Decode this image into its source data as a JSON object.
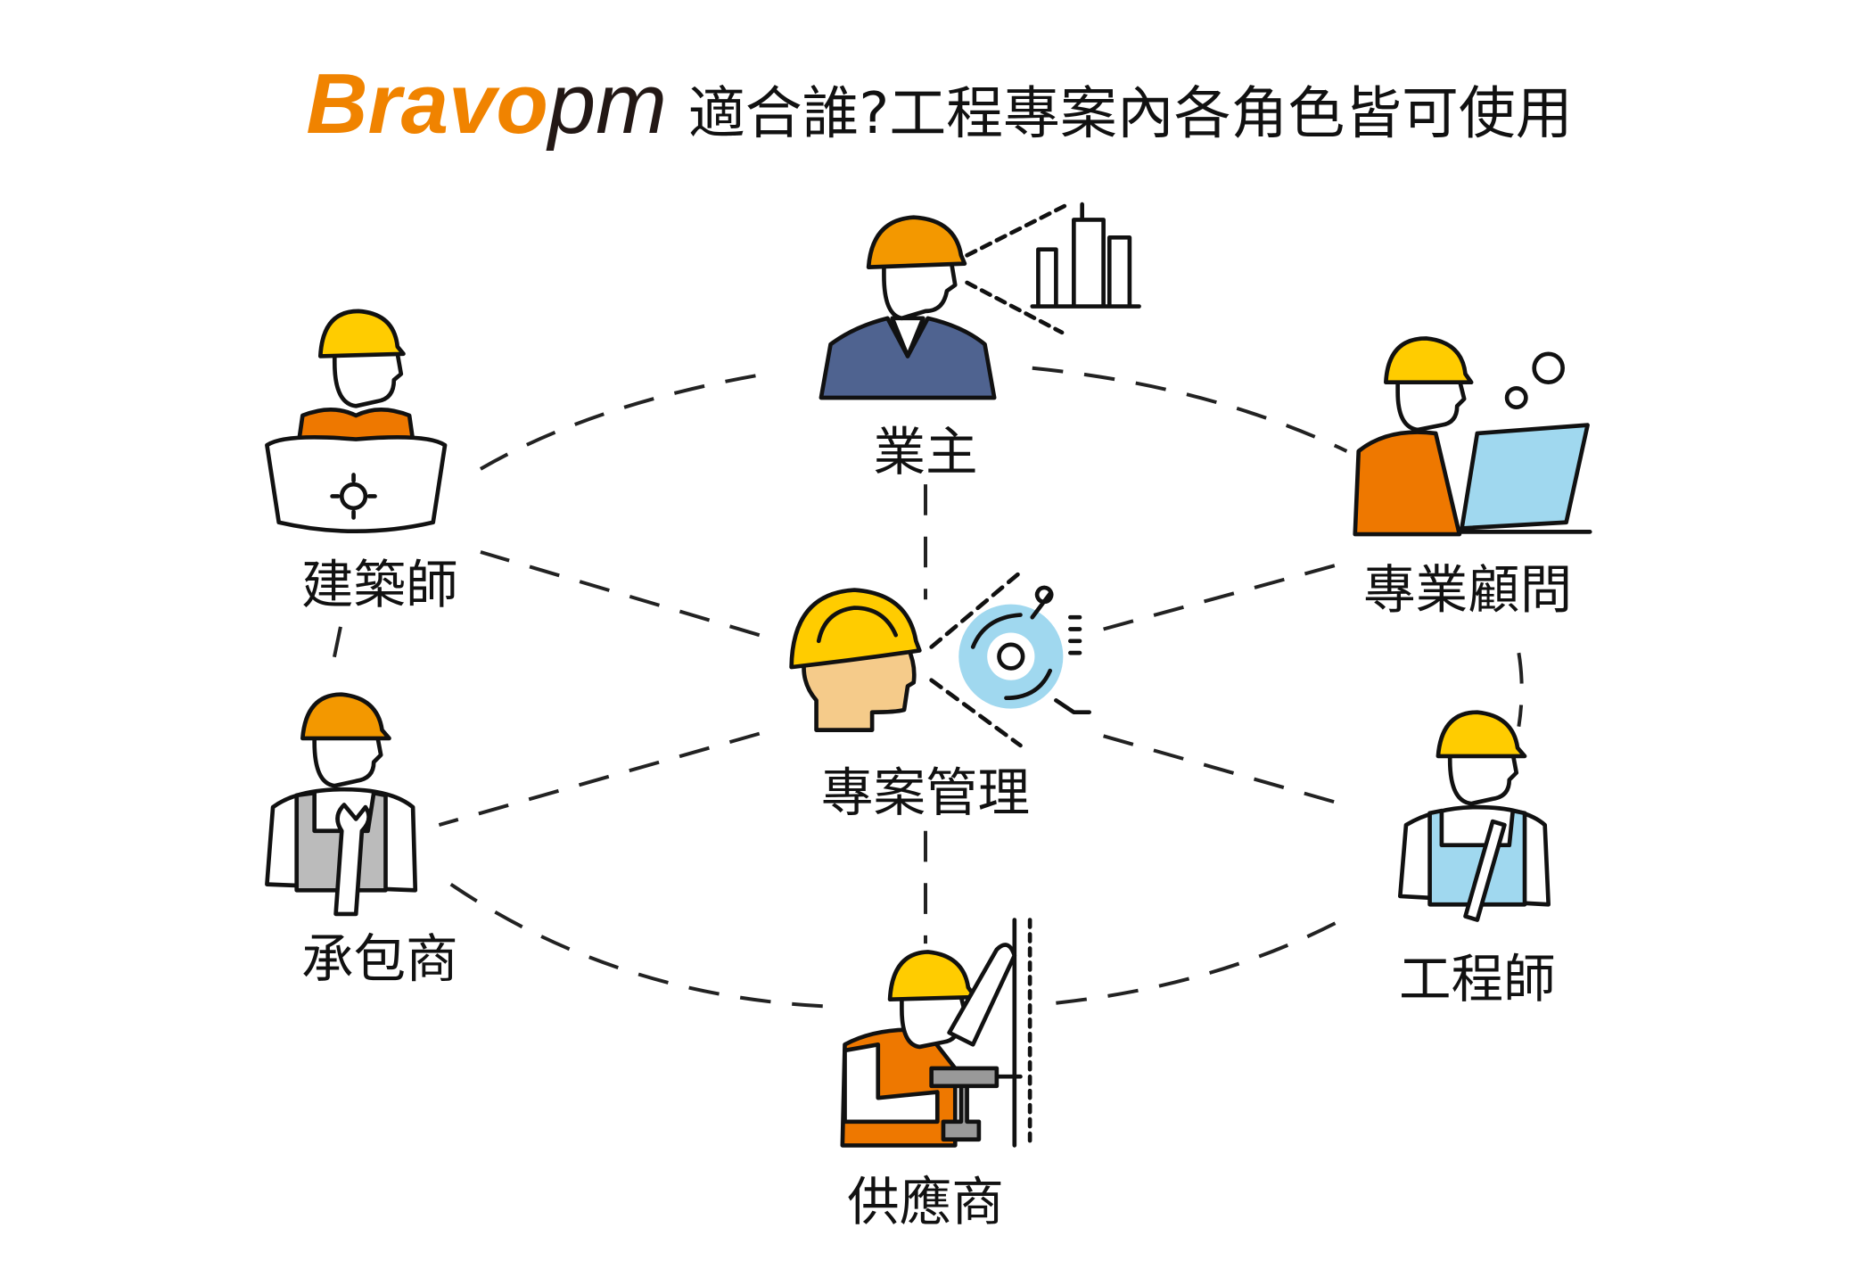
{
  "title": {
    "brand_orange": "Bravo",
    "brand_dark": "pm",
    "text": "適合誰?工程專案內各角色皆可使用"
  },
  "roles": {
    "owner": "業主",
    "architect": "建築師",
    "consultant": "專業顧問",
    "project_manager": "專案管理",
    "contractor": "承包商",
    "engineer": "工程師",
    "supplier": "供應商"
  },
  "colors": {
    "brand": "#F08300",
    "helmet_yellow": "#FFCC00",
    "helmet_orange": "#F39800",
    "vest": "#EE7800",
    "suit": "#4F6390",
    "skin": "#F5CB8A",
    "light_blue": "#A0D8EF"
  }
}
